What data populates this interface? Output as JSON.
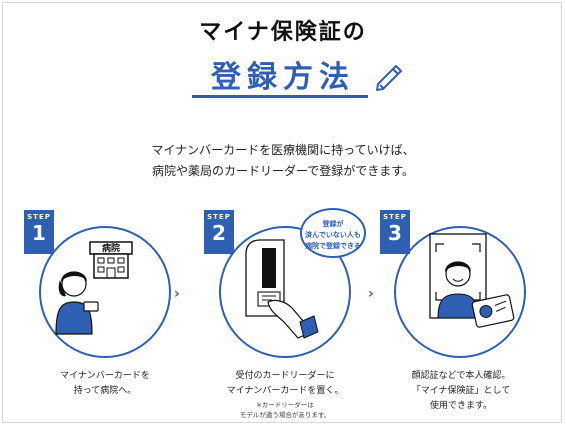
{
  "title": {
    "line1": "マイナ保険証の",
    "line2": "登録方法"
  },
  "lead": {
    "line1": "マイナンバーカードを医療機関に持っていけば、",
    "line2": "病院や薬局のカードリーダーで登録ができます。"
  },
  "steps": [
    {
      "label": "STEP",
      "number": "1",
      "sign": "病院",
      "caption_line1": "マイナンバーカードを",
      "caption_line2": "持って病院へ。"
    },
    {
      "label": "STEP",
      "number": "2",
      "bubble_line1": "登録が",
      "bubble_line2": "済んでいない人も",
      "bubble_line3": "病院で登録できる",
      "caption_line1": "受付のカードリーダーに",
      "caption_line2": "マイナンバーカードを置く。",
      "note_line1": "※カードリーダーは",
      "note_line2": "モデルが違う場合があります。"
    },
    {
      "label": "STEP",
      "number": "3",
      "caption_line1": "顔認証などで本人確認。",
      "caption_line2": "「マイナ保険証」として",
      "caption_line3": "使用できます。"
    }
  ],
  "colors": {
    "accent": "#2f5fb3",
    "text": "#1a1a1a"
  },
  "icons": [
    "pencil-icon",
    "hospital-icon",
    "person-icon",
    "card-reader-icon",
    "face-recognition-icon",
    "chevron-right-icon"
  ]
}
